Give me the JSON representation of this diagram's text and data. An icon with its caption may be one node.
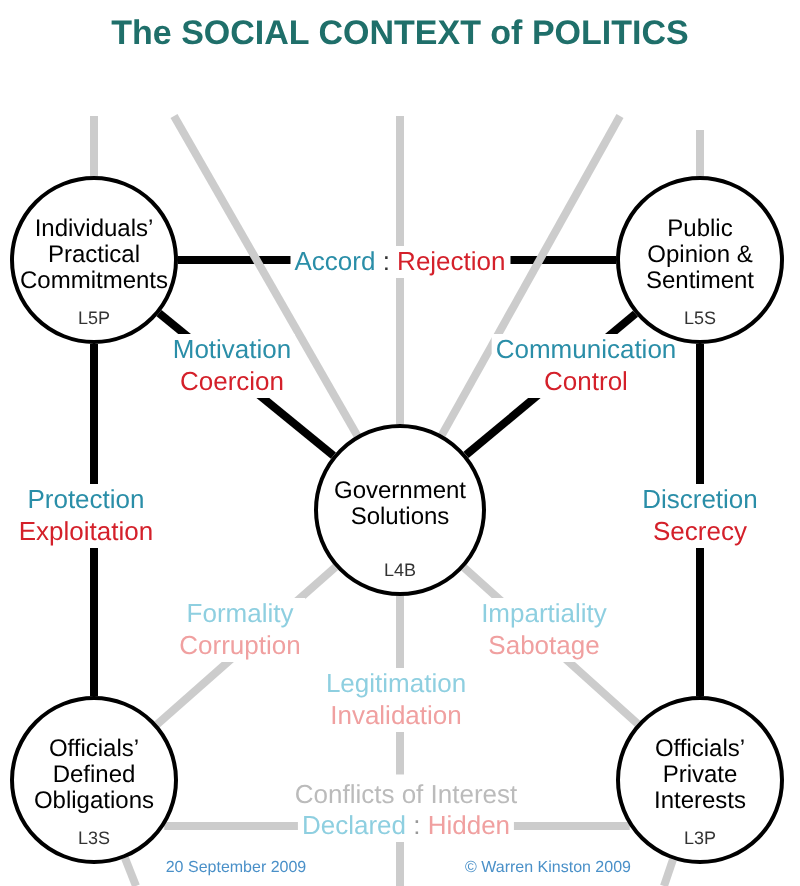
{
  "diagram": {
    "title": "The SOCIAL CONTEXT of POLITICS",
    "nodes": [
      {
        "text": [
          "Individuals’ Practical Commitments",
          "L5P"
        ]
      },
      {
        "text": [
          "Public Opinion & Sentiment",
          "L5S"
        ]
      },
      {
        "text": [
          "Government Solutions",
          "L4B"
        ]
      },
      {
        "text": [
          "Officials’ Defined Obligations",
          "L3S"
        ]
      },
      {
        "text": [
          "Officials’ Private Interests",
          "L3P"
        ]
      }
    ],
    "edges": [
      {
        "from": 0,
        "to": 1,
        "arrow": "none",
        "label": "Accord : Rejection",
        "color": "#000000"
      },
      {
        "from": 0,
        "to": 2,
        "arrow": "none",
        "label": "Motivation Coercion",
        "color": "#000000"
      },
      {
        "from": 1,
        "to": 2,
        "arrow": "none",
        "label": "Communication Control",
        "color": "#000000"
      },
      {
        "from": 0,
        "to": 3,
        "arrow": "none",
        "label": "Protection Exploitation",
        "color": "#000000"
      },
      {
        "from": 1,
        "to": 4,
        "arrow": "none",
        "label": "Discretion Secrecy",
        "color": "#000000"
      },
      {
        "from": 2,
        "to": 3,
        "arrow": "none",
        "label": "Formality Corruption"
      },
      {
        "from": 2,
        "to": 4,
        "arrow": "none",
        "label": "Impartiality Sabotage"
      },
      {
        "from": 2,
        "to": null,
        "arrow": "none",
        "label": "Legitimation Invalidation"
      },
      {
        "from": 3,
        "to": 4,
        "arrow": "none",
        "label": "Declared : Hidden"
      },
      {
        "from": null,
        "to": 0,
        "arrow": "none"
      },
      {
        "from": null,
        "to": 2,
        "arrow": "none"
      },
      {
        "from": null,
        "to": 2,
        "arrow": "none"
      },
      {
        "from": null,
        "to": 2,
        "arrow": "none"
      },
      {
        "from": null,
        "to": 1,
        "arrow": "none"
      },
      {
        "from": 3,
        "to": null,
        "arrow": "none"
      },
      {
        "from": 4,
        "to": null,
        "arrow": "none"
      }
    ],
    "labels": [
      "Conflicts of Interest",
      "20 September 2009",
      "© Warren Kinston 2009"
    ]
  }
}
